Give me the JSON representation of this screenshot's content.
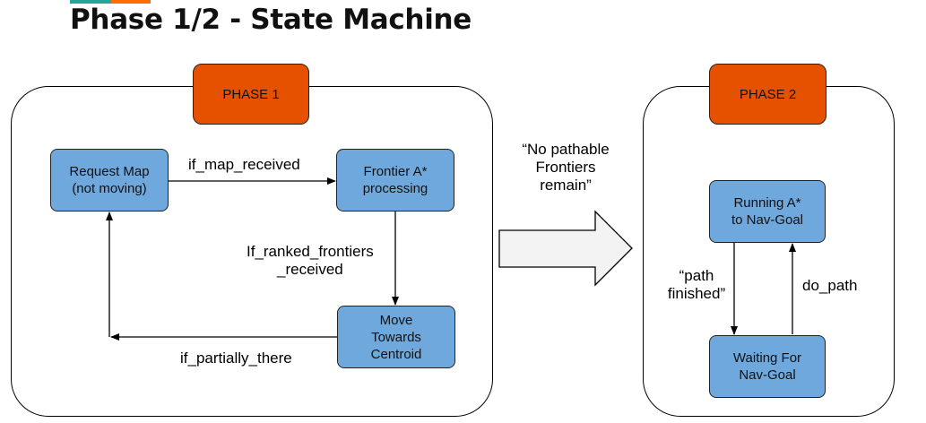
{
  "slide": {
    "title": "Phase 1/2 - State Machine",
    "accent_colors": [
      "#26a69a",
      "#ff6d00"
    ]
  },
  "phase1": {
    "tag": "PHASE 1",
    "nodes": {
      "request_map": "Request Map\n(not moving)",
      "frontier_astar": "Frontier A*\nprocessing",
      "move_centroid": "Move\nTowards\nCentroid"
    },
    "edges": {
      "map_received": "if_map_received",
      "ranked_frontiers": "If_ranked_frontiers\n_received",
      "partially_there": "if_partially_there"
    }
  },
  "transition": {
    "label": "“No pathable\nFrontiers\nremain”"
  },
  "phase2": {
    "tag": "PHASE 2",
    "nodes": {
      "running_astar": "Running A*\nto Nav-Goal",
      "waiting": "Waiting For\nNav-Goal"
    },
    "edges": {
      "path_finished": "“path\nfinished”",
      "do_path": "do_path"
    }
  },
  "colors": {
    "phase_tag": "#e65100",
    "node_fill": "#6fa8dc",
    "transition_arrow_fill": "#f3f3f3"
  }
}
